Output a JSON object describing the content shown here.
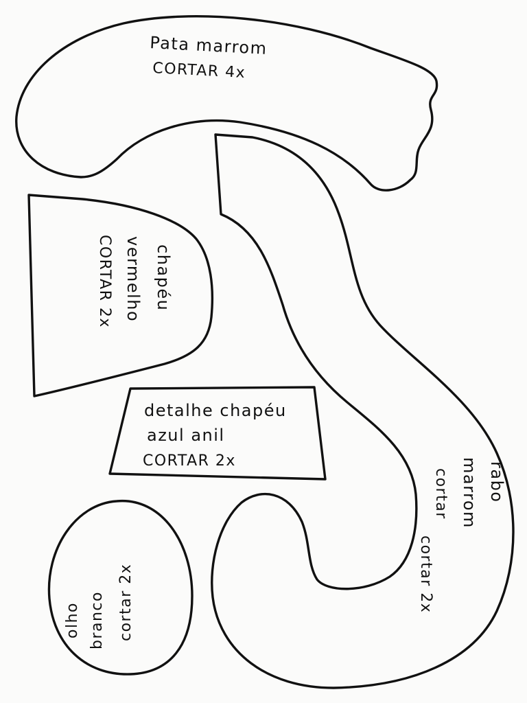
{
  "pieces": {
    "pata": {
      "line1": "Pata marrom",
      "line2": "CORTAR 4x"
    },
    "chapeu": {
      "line1": "chapéu",
      "line2": "vermelho",
      "line3": "CORTAR 2x"
    },
    "detalhe": {
      "line1": "detalhe chapéu",
      "line2": "azul anil",
      "line3": "CORTAR 2x"
    },
    "rabo": {
      "line1": "rabo",
      "line2": "marrom",
      "line3": "cortar",
      "line4": "cortar 2x"
    },
    "olho": {
      "line1": "olho",
      "line2": "branco",
      "line3": "cortar 2x"
    }
  },
  "colors": {
    "ink": "#111111",
    "paper": "#fbfbfa"
  }
}
